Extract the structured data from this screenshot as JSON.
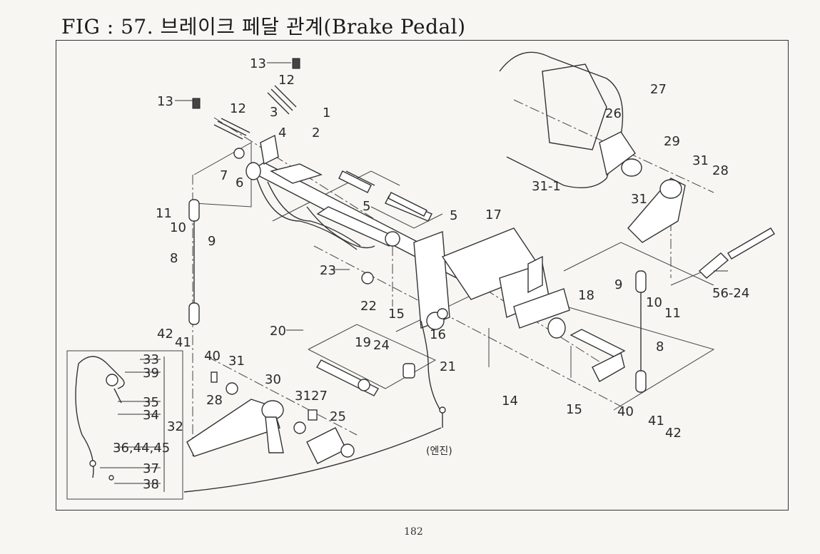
{
  "title": "FIG : 57. 브레이크 페달 관계(Brake Pedal)",
  "page_number": "182",
  "engine_label": "(엔진)",
  "labels": {
    "l13a": "13",
    "l12a": "12",
    "l13b": "13",
    "l12b": "12",
    "l3": "3",
    "l1": "1",
    "l2": "2",
    "l4": "4",
    "l7": "7",
    "l6": "6",
    "l5a": "5",
    "l5b": "5",
    "l11a": "11",
    "l10a": "10",
    "l9a": "9",
    "l8a": "8",
    "l17": "17",
    "l23": "23",
    "l22": "22",
    "l15a": "15",
    "l16": "16",
    "l18": "18",
    "l27a": "27",
    "l26": "26",
    "l31_1": "31-1",
    "l29": "29",
    "l31a": "31",
    "l31b": "31",
    "l28a": "28",
    "l9b": "9",
    "l10b": "10",
    "l11b": "11",
    "l56_24": "56-24",
    "l8b": "8",
    "l20": "20",
    "l19": "19",
    "l24": "24",
    "l21": "21",
    "l14": "14",
    "l15b": "15",
    "l40b": "40",
    "l41b": "41",
    "l42b": "42",
    "l42a": "42",
    "l41a": "41",
    "l40a": "40",
    "l31c": "31",
    "l30": "30",
    "l28b": "28",
    "l31d": "31",
    "l27b": "27",
    "l25": "25",
    "l33": "33",
    "l39": "39",
    "l35": "35",
    "l34": "34",
    "l32": "32",
    "l36": "36,44,45",
    "l37": "37",
    "l38": "38"
  }
}
